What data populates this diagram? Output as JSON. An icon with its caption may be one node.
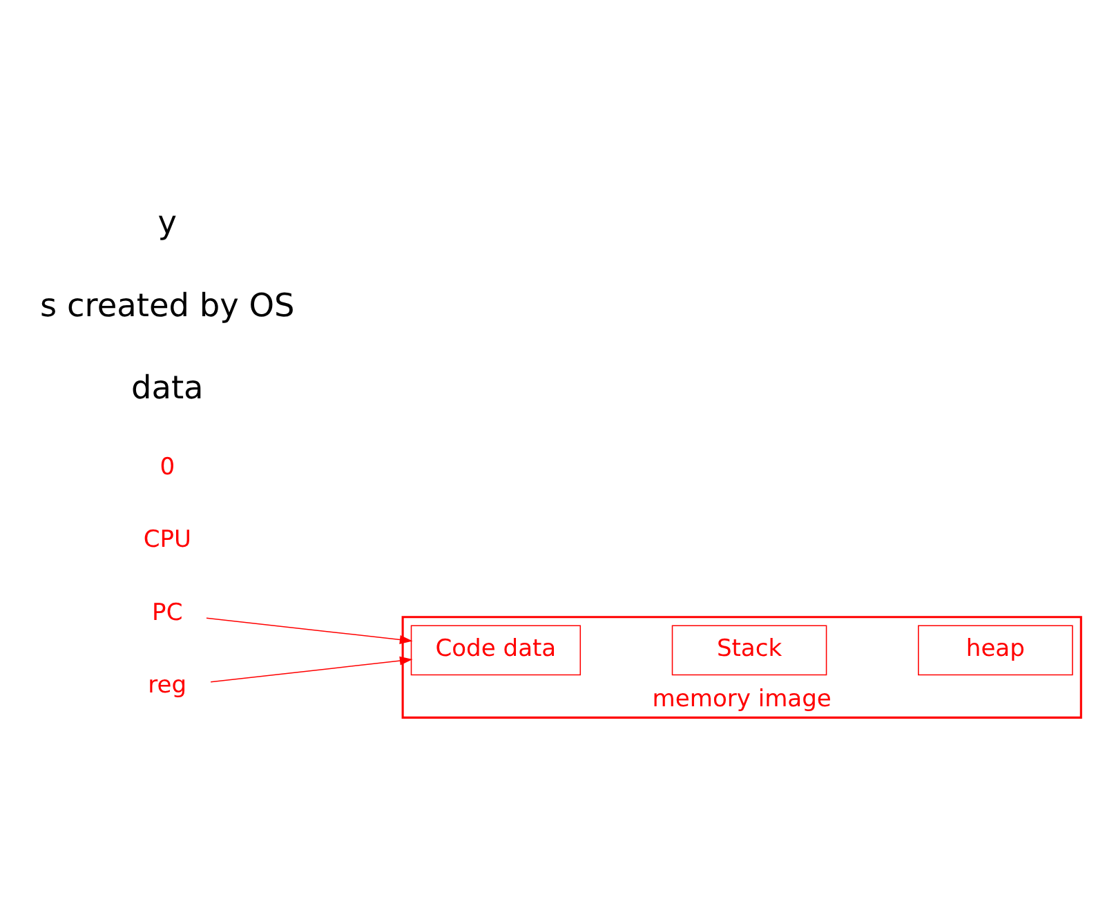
{
  "diagram": {
    "nodes": [
      {
        "text": [],
        "shape": "box",
        "beside": [
          "memory image"
        ]
      },
      {
        "text": [
          "Code data"
        ],
        "in": 0
      },
      {
        "text": [
          "Stack"
        ],
        "in": 0
      },
      {
        "text": [
          "heap"
        ],
        "in": 0
      },
      {
        "text": [
          "PC"
        ]
      },
      {
        "text": [
          "reg"
        ]
      }
    ],
    "edges": [
      {
        "from": 4,
        "to": 1,
        "arrow": "to"
      },
      {
        "from": 5,
        "to": 1,
        "arrow": "to"
      }
    ],
    "labels": [
      "CPU",
      "0",
      "data",
      "s created by OS",
      "y"
    ]
  }
}
